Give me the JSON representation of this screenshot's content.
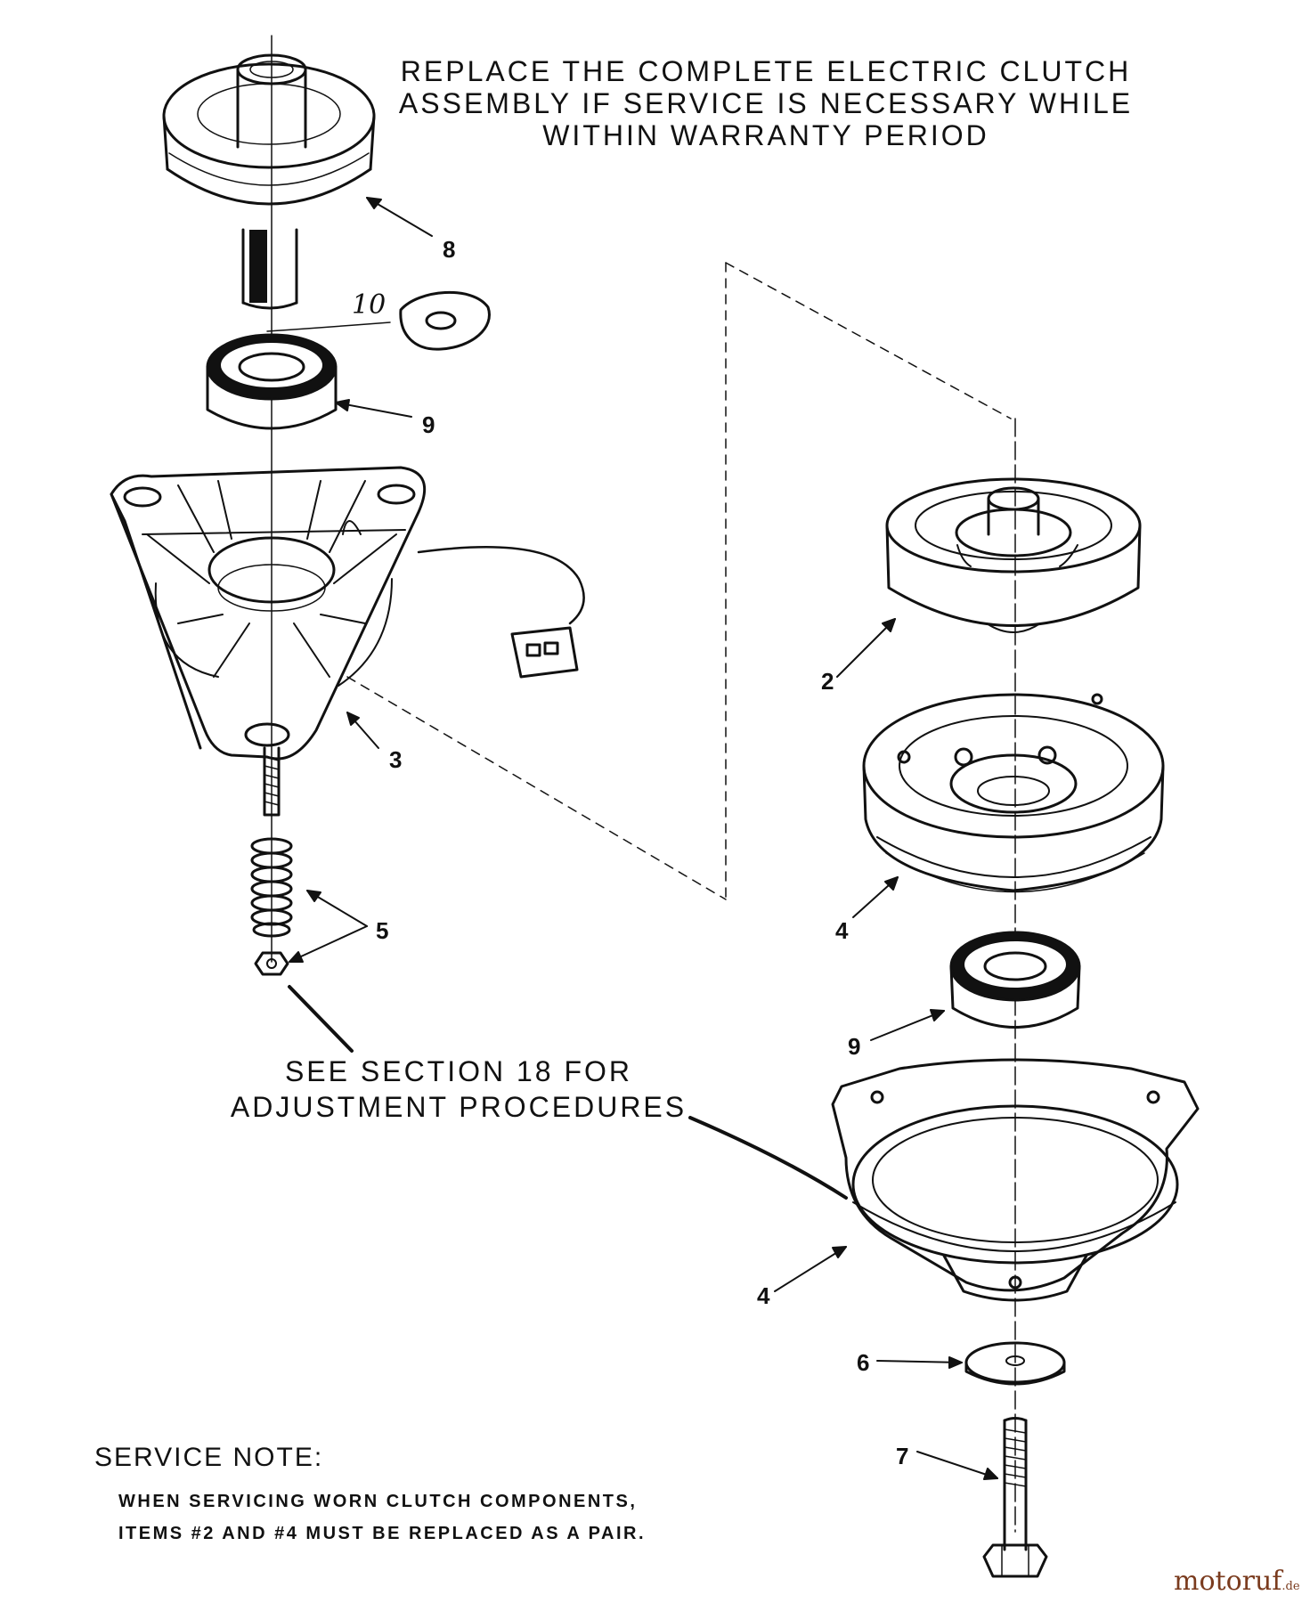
{
  "header_note": {
    "lines": [
      "REPLACE THE COMPLETE ELECTRIC CLUTCH",
      "ASSEMBLY IF SERVICE IS NECESSARY WHILE",
      "WITHIN WARRANTY PERIOD"
    ]
  },
  "section_note": {
    "lines": [
      "SEE SECTION 18 FOR",
      "ADJUSTMENT PROCEDURES"
    ]
  },
  "service_note": {
    "title": "SERVICE NOTE:",
    "lines": [
      "WHEN SERVICING WORN CLUTCH COMPONENTS,",
      "ITEMS #2 AND #4 MUST BE REPLACED AS A PAIR."
    ]
  },
  "callouts": {
    "c8": "8",
    "c10": "10",
    "c9a": "9",
    "c3": "3",
    "c5": "5",
    "c2": "2",
    "c4a": "4",
    "c9b": "9",
    "c4b": "4",
    "c6": "6",
    "c7": "7"
  },
  "watermark": {
    "name": "motoruf",
    "tld": ".de"
  },
  "colors": {
    "ink": "#111111",
    "paper": "#ffffff",
    "watermark": "#7a3b1e"
  }
}
